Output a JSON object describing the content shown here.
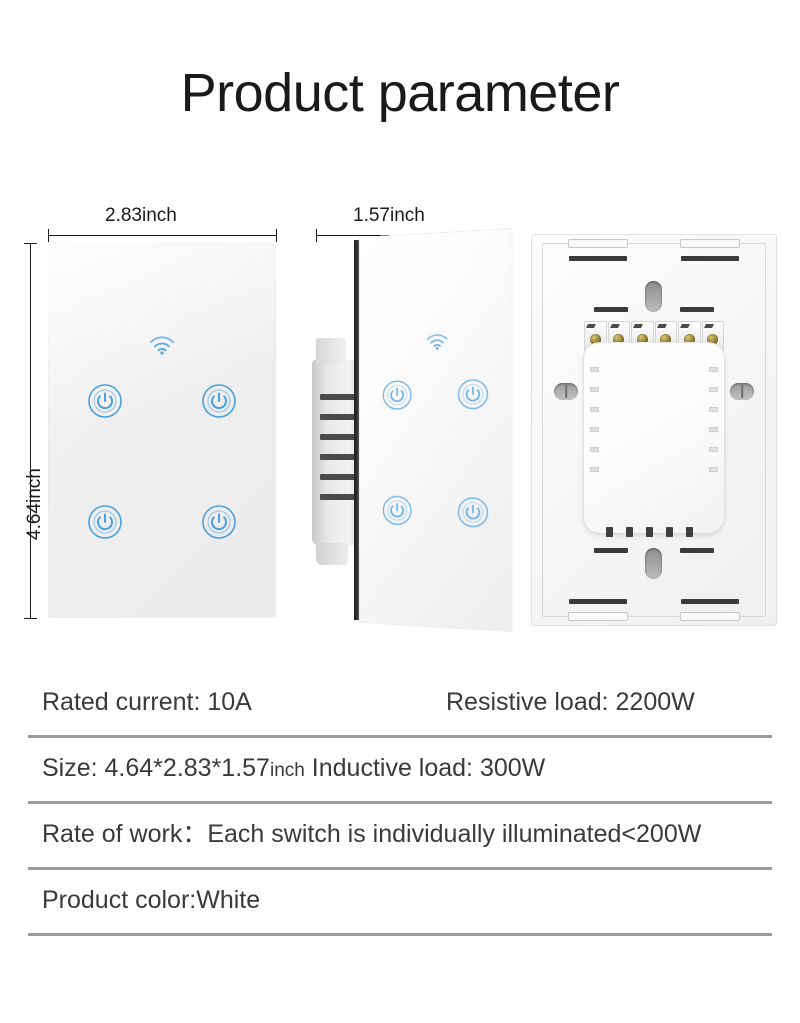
{
  "title": "Product parameter",
  "dimensions": {
    "width_label": "2.83inch",
    "depth_label": "1.57inch",
    "height_label": "4.64inch"
  },
  "product": {
    "views": {
      "front_label": "front-view",
      "angled_label": "angled-side-view",
      "back_label": "back-wiring-view"
    },
    "button_count": 4,
    "terminal_count": 6,
    "vent_count": 6,
    "accent_color": "#4a9fe0",
    "panel_color": "#f0f0f0",
    "edge_color": "#1d1d1d"
  },
  "specs": {
    "rated_current_label": "Rated current: 10A",
    "resistive_load_label": "Resistive load: 2200W",
    "size_label": "Size:  4.64*2.83*1.57",
    "size_unit": "inch",
    "inductive_load_label": "Inductive load: 300W",
    "rate_of_work_label": "Rate of work：Each switch is individually illuminated<200W",
    "product_color_label": "Product color:White"
  }
}
